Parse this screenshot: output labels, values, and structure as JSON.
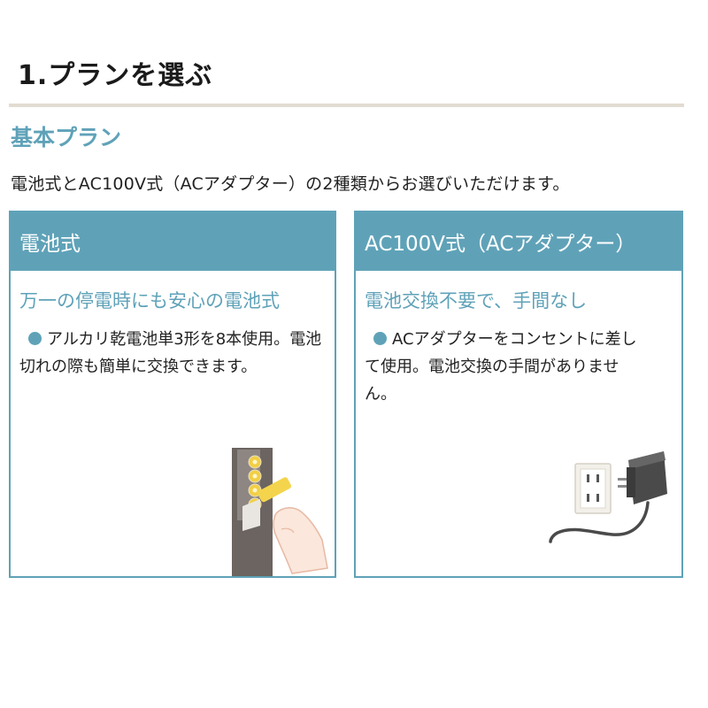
{
  "header": {
    "step_title": "1.プランを選ぶ"
  },
  "plan": {
    "heading": "基本プラン",
    "intro": "電池式とAC100V式（ACアダプター）の2種類からお選びいただけます。"
  },
  "cards": [
    {
      "title": "電池式",
      "subtitle": "万一の停電時にも安心の電池式",
      "desc_lead": "アルカリ乾電池単3形を8本使用。",
      "desc_rest": "電池切れの際も簡単に交換できます。",
      "illustration": "battery-door-hand"
    },
    {
      "title": "AC100V式（ACアダプター）",
      "subtitle": "電池交換不要で、手間なし",
      "desc_lead": "ACアダプターをコンセントに",
      "desc_rest": "差して使用。電池交換の手間がありません。",
      "illustration": "ac-adapter-outlet"
    }
  ],
  "colors": {
    "accent": "#5fa2b8",
    "rule": "#e2dcd2",
    "text": "#222222",
    "battery": "#f2cf45",
    "door": "#6b6460",
    "adapter": "#4a4a4a"
  }
}
